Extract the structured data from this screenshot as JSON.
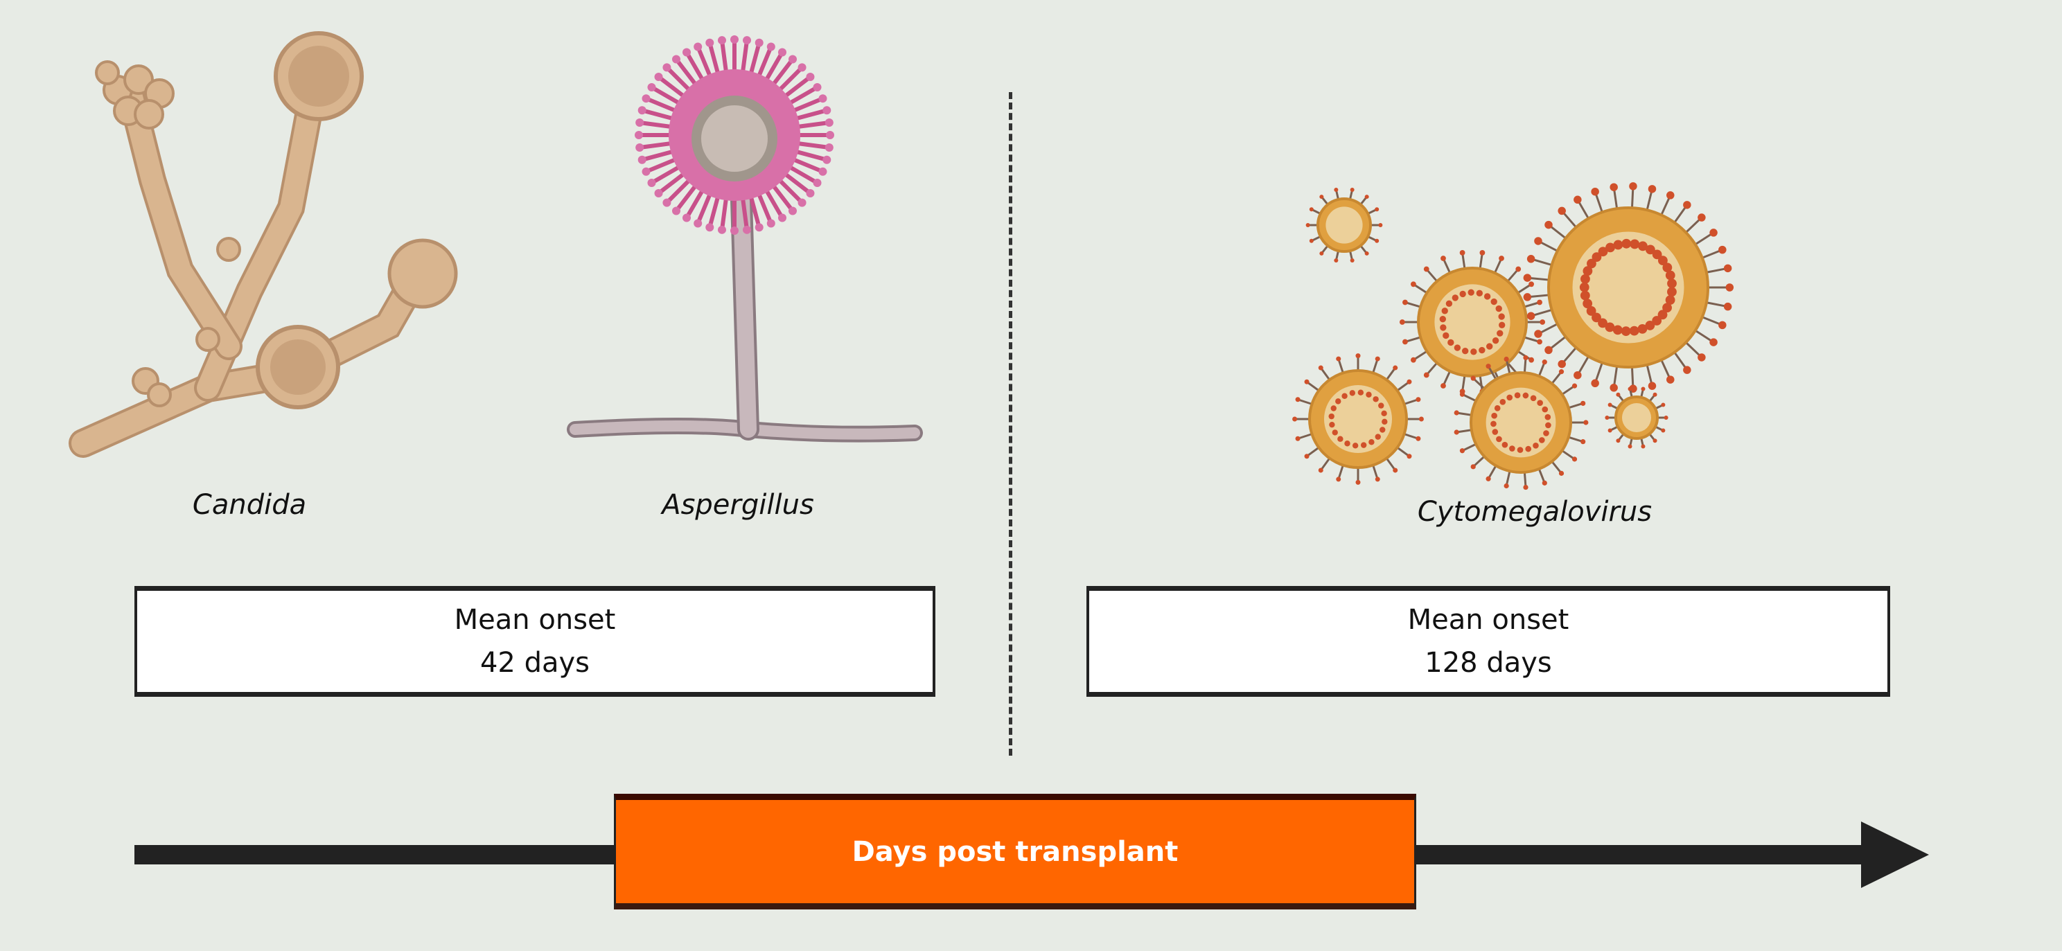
{
  "organisms": {
    "candida": "Candida",
    "aspergillus": "Aspergillus",
    "cytomegalovirus": "Cytomegalovirus"
  },
  "fungal_onset": {
    "title": "Mean onset",
    "value": "42 days"
  },
  "viral_onset": {
    "title": "Mean onset",
    "value": "128 days"
  },
  "timeline": {
    "label": "Days post transplant"
  },
  "colors": {
    "background": "#e7ebe5",
    "timeline": "#ff6600",
    "candida": "#d6b08a",
    "aspergillus_head": "#c8508a",
    "virus": "#e0a040",
    "spike": "#d0502a"
  }
}
